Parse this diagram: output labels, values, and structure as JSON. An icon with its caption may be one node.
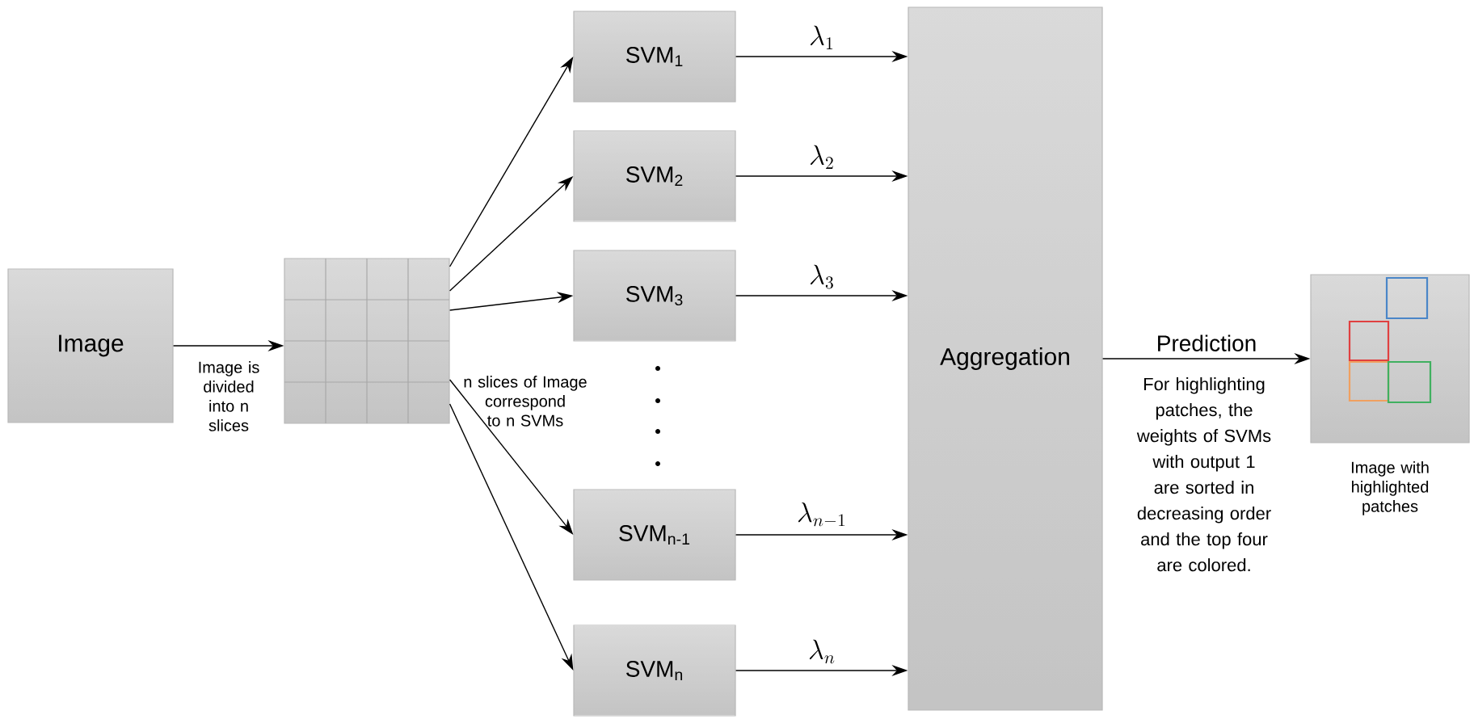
{
  "diagram": {
    "nodes": [
      {
        "text": [
          "Image"
        ]
      },
      {
        "text": [],
        "shape": "grid"
      },
      {
        "text": [
          "SVM$_{1}$"
        ]
      },
      {
        "text": [
          "SVM$_{2}$"
        ]
      },
      {
        "text": [
          "SVM$_{3}$"
        ]
      },
      {
        "text": [
          "SVM$_{n-1}$"
        ]
      },
      {
        "text": [
          "SVM$_{n}$"
        ]
      },
      {
        "text": [
          "Aggregation"
        ]
      },
      {
        "text": [],
        "shape": "picture",
        "beside": [
          "Image with highlighted patches"
        ]
      }
    ],
    "edges": [
      {
        "from": 0,
        "to": 1,
        "arrow": "to",
        "label": "Image is divided into n slices"
      },
      {
        "from": 1,
        "to": 2,
        "arrow": "to"
      },
      {
        "from": 1,
        "to": 3,
        "arrow": "to"
      },
      {
        "from": 1,
        "to": 4,
        "arrow": "to"
      },
      {
        "from": 1,
        "to": 5,
        "arrow": "to"
      },
      {
        "from": 1,
        "to": 6,
        "arrow": "to"
      },
      {
        "from": 2,
        "to": 7,
        "arrow": "to",
        "label": "\\lambda_1"
      },
      {
        "from": 3,
        "to": 7,
        "arrow": "to",
        "label": "\\lambda_2"
      },
      {
        "from": 4,
        "to": 7,
        "arrow": "to",
        "label": "\\lambda_3"
      },
      {
        "from": 5,
        "to": 7,
        "arrow": "to",
        "label": "\\lambda_{n-1}"
      },
      {
        "from": 6,
        "to": 7,
        "arrow": "to",
        "label": "\\lambda_n"
      },
      {
        "from": 7,
        "to": 8,
        "arrow": "to",
        "label": "Prediction"
      }
    ],
    "labels": [
      "n slices of Image correspond to n SVMs",
      "For highlighting patches, the weights of SVMs with output 1 are sorted in decreasing order and the top four are colored."
    ]
  }
}
